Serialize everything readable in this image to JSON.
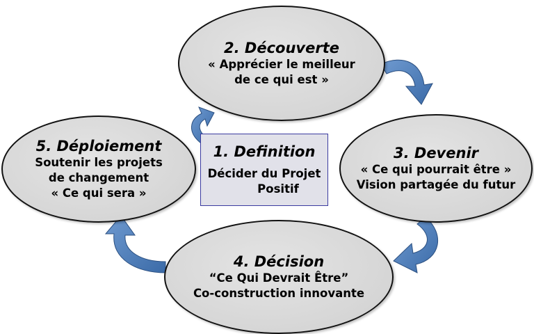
{
  "center": {
    "title": "1.  Definition",
    "lines": [
      "Décider du Projet",
      "Positif"
    ]
  },
  "stages": {
    "decouverte": {
      "title": "2.  Découverte",
      "lines": [
        "« Apprécier le meilleur",
        "de ce qui est »"
      ]
    },
    "devenir": {
      "title": "3.  Devenir",
      "lines": [
        "« Ce qui pourrait être »",
        "Vision partagée du futur"
      ]
    },
    "decision": {
      "title": "4.  Décision",
      "lines": [
        "“Ce Qui Devrait Être”",
        "Co-construction innovante"
      ]
    },
    "deploiement": {
      "title": "5.  Déploiement",
      "lines": [
        "Soutenir les projets",
        "de changement",
        "« Ce qui sera »"
      ]
    }
  },
  "colors": {
    "ellipse_fill": "#d6d6d6",
    "arrow_fill": "#4f81bd",
    "arrow_dark": "#2b4f80",
    "box_fill": "#e1e1e9",
    "box_border": "#3a3aa0"
  }
}
